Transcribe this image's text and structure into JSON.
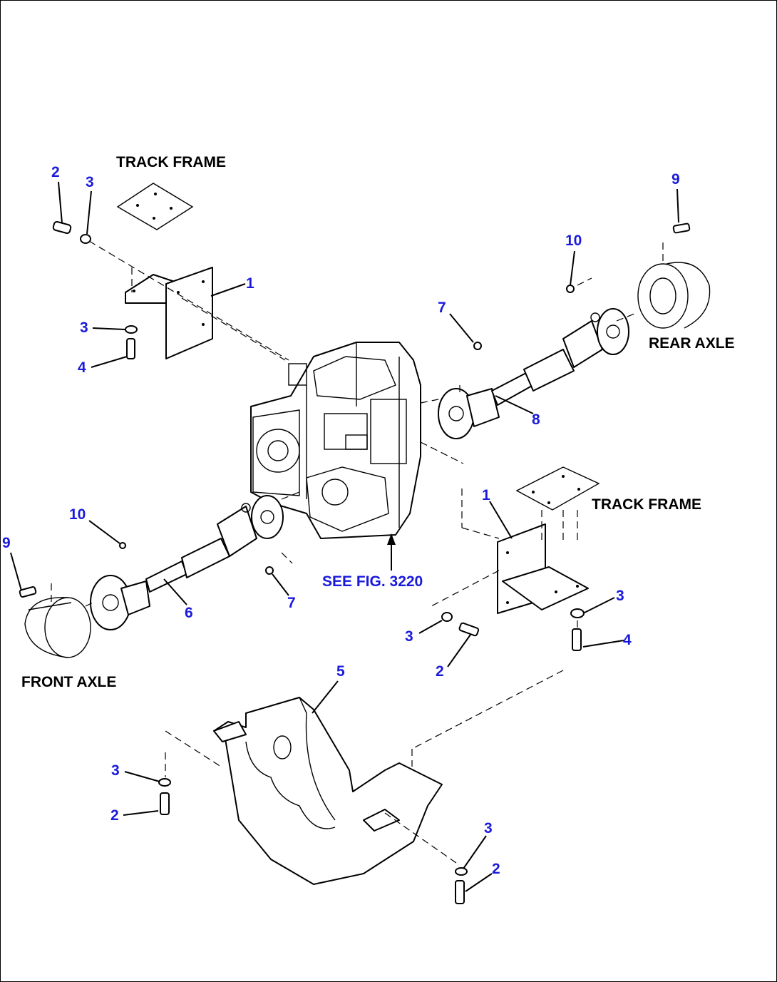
{
  "labels": {
    "track_frame_top": "TRACK FRAME",
    "track_frame_right": "TRACK FRAME",
    "rear_axle": "REAR AXLE",
    "front_axle": "FRONT AXLE",
    "see_fig": "SEE FIG. 3220"
  },
  "callouts": {
    "c2_topleft": "2",
    "c3_topleft": "3",
    "c1_left": "1",
    "c3_left": "3",
    "c4_left": "4",
    "c9_right": "9",
    "c10_right": "10",
    "c7_top": "7",
    "c8": "8",
    "c10_left": "10",
    "c9_left": "9",
    "c6": "6",
    "c7_bottom": "7",
    "c1_right": "1",
    "c3_right": "3",
    "c4_right": "4",
    "c3_mid": "3",
    "c2_mid": "2",
    "c5": "5",
    "c3_bottomleft": "3",
    "c2_bottomleft": "2",
    "c3_bottomright": "3",
    "c2_bottomright": "2"
  },
  "colors": {
    "callout": "#1a1adc",
    "line": "#000000",
    "background": "#ffffff"
  }
}
